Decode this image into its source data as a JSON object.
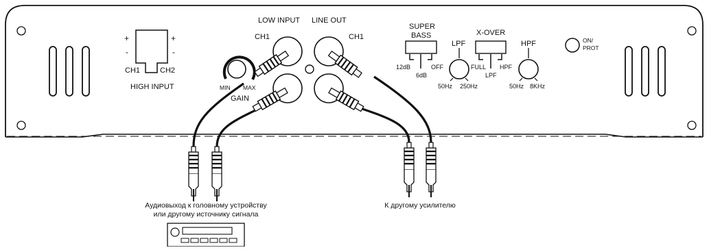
{
  "panel": {
    "high_input": {
      "title": "HIGH INPUT",
      "plus": "+",
      "minus": "-",
      "ch1": "CH1",
      "ch2": "CH2"
    },
    "low_input": {
      "title": "LOW INPUT",
      "ch": "CH1"
    },
    "line_out": {
      "title": "LINE OUT",
      "ch": "CH1"
    },
    "gain": {
      "title": "GAIN",
      "min": "MIN",
      "max": "MAX"
    },
    "super_bass": {
      "title_line1": "SUPER",
      "title_line2": "BASS",
      "opt_12db": "12dB",
      "opt_6db": "6dB",
      "opt_off": "OFF"
    },
    "lpf": {
      "title": "LPF",
      "min": "50Hz",
      "max": "250Hz"
    },
    "xover": {
      "title": "X-OVER",
      "opt_full": "FULL",
      "opt_lpf": "LPF",
      "opt_hpf": "HPF"
    },
    "hpf": {
      "title": "HPF",
      "min": "50Hz",
      "max": "8KHz"
    },
    "on_prot": {
      "line1": "ON/",
      "line2": "PROT"
    }
  },
  "captions": {
    "source_line1": "Аудиовыход к головному устройству",
    "source_line2": "или другому источнику сигнала",
    "other_amp": "К другому усилителю"
  },
  "colors": {
    "line": "#111111",
    "background": "#ffffff"
  }
}
